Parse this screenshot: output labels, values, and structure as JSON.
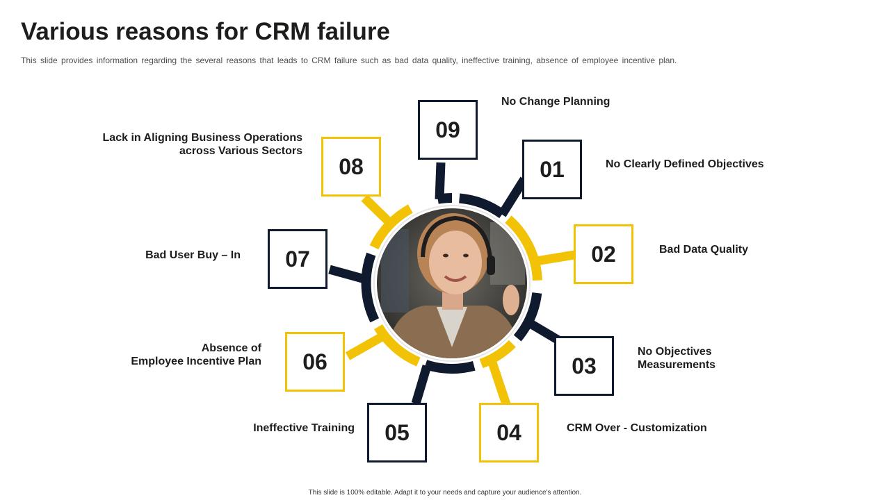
{
  "header": {
    "title": "Various reasons for CRM failure",
    "subtitle": "This slide provides information regarding the several reasons that leads to CRM failure such as bad data quality, ineffective training, absence of employee incentive plan."
  },
  "colors": {
    "dark": "#0f1a2e",
    "yellow": "#f2c207",
    "text": "#1d1d1b"
  },
  "items": [
    {
      "number": "01",
      "label": "No Clearly Defined Objectives",
      "color": "dark"
    },
    {
      "number": "02",
      "label": "Bad Data Quality",
      "color": "yellow"
    },
    {
      "number": "03",
      "label_line1": "No Objectives",
      "label_line2": "Measurements",
      "color": "dark"
    },
    {
      "number": "04",
      "label": "CRM Over - Customization",
      "color": "yellow"
    },
    {
      "number": "05",
      "label": "Ineffective Training",
      "color": "dark"
    },
    {
      "number": "06",
      "label_line1": "Absence of",
      "label_line2": "Employee Incentive Plan",
      "color": "yellow"
    },
    {
      "number": "07",
      "label": "Bad User Buy – In",
      "color": "dark"
    },
    {
      "number": "08",
      "label_line1": "Lack in Aligning Business Operations",
      "label_line2": "across Various Sectors",
      "color": "yellow"
    },
    {
      "number": "09",
      "label": "No Change Planning",
      "color": "dark"
    }
  ],
  "center_image": "woman-with-headset-photo",
  "footer": {
    "text": "This slide is 100% editable. Adapt it to your needs and capture your audience's attention."
  }
}
